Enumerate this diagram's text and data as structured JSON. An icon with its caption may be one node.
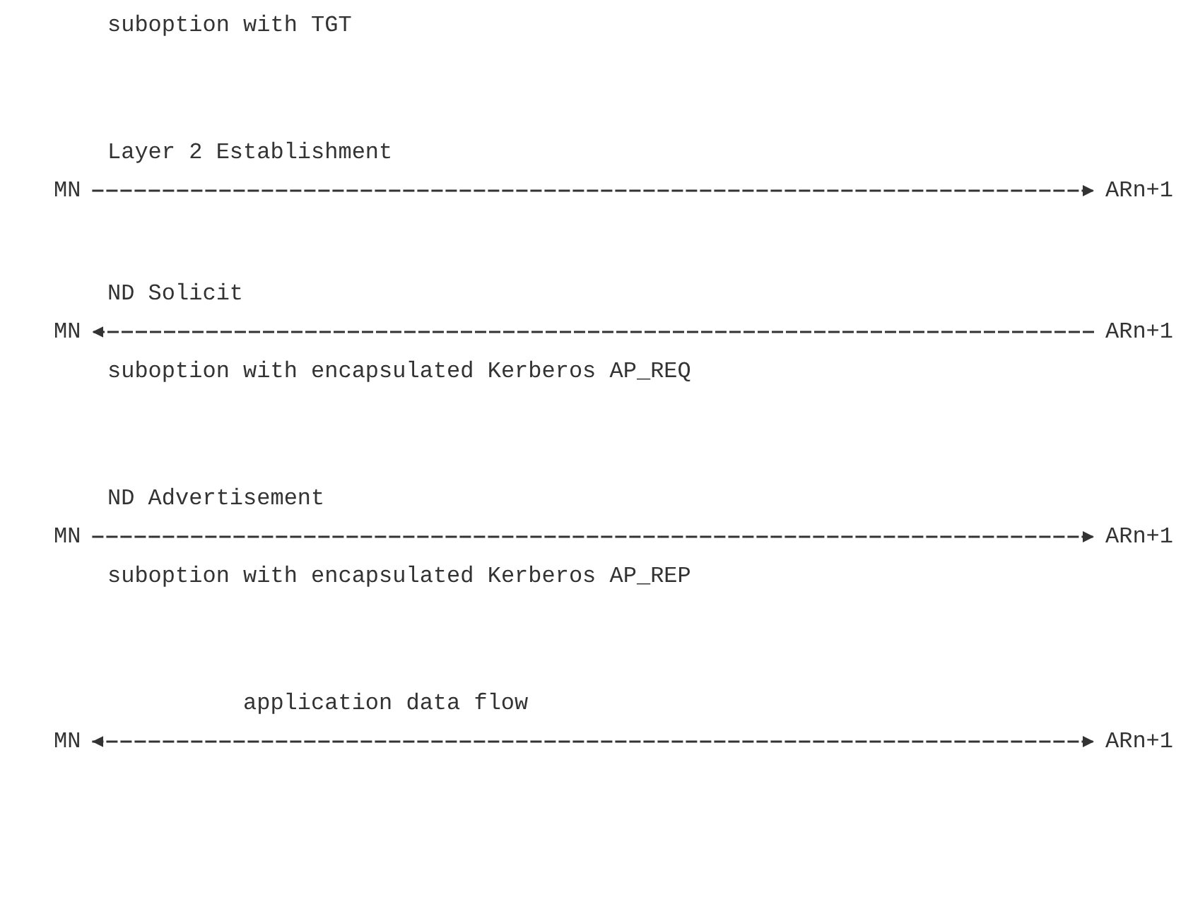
{
  "diagram": {
    "nodes": [
      {
        "text": [
          "MN"
        ]
      },
      {
        "text": [
          "ARn+1"
        ]
      },
      {
        "text": [
          "MN"
        ]
      },
      {
        "text": [
          "ARn+1"
        ]
      },
      {
        "text": [
          "MN"
        ]
      },
      {
        "text": [
          "ARn+1"
        ]
      },
      {
        "text": [
          "MN"
        ]
      },
      {
        "text": [
          "ARn+1"
        ]
      }
    ],
    "edges": [
      {
        "from": 0,
        "to": 1,
        "arrow": "to",
        "label": "Layer 2 Establishment"
      },
      {
        "from": 3,
        "to": 2,
        "arrow": "to",
        "label": "ND Solicit"
      },
      {
        "from": 4,
        "to": 5,
        "arrow": "to",
        "label": "ND Advertisement"
      },
      {
        "from": 6,
        "to": 7,
        "arrow": "both",
        "label": "application data flow"
      }
    ],
    "labels": [
      "suboption with TGT",
      "suboption with encapsulated Kerberos AP_REQ",
      "suboption with encapsulated Kerberos AP_REP"
    ]
  }
}
